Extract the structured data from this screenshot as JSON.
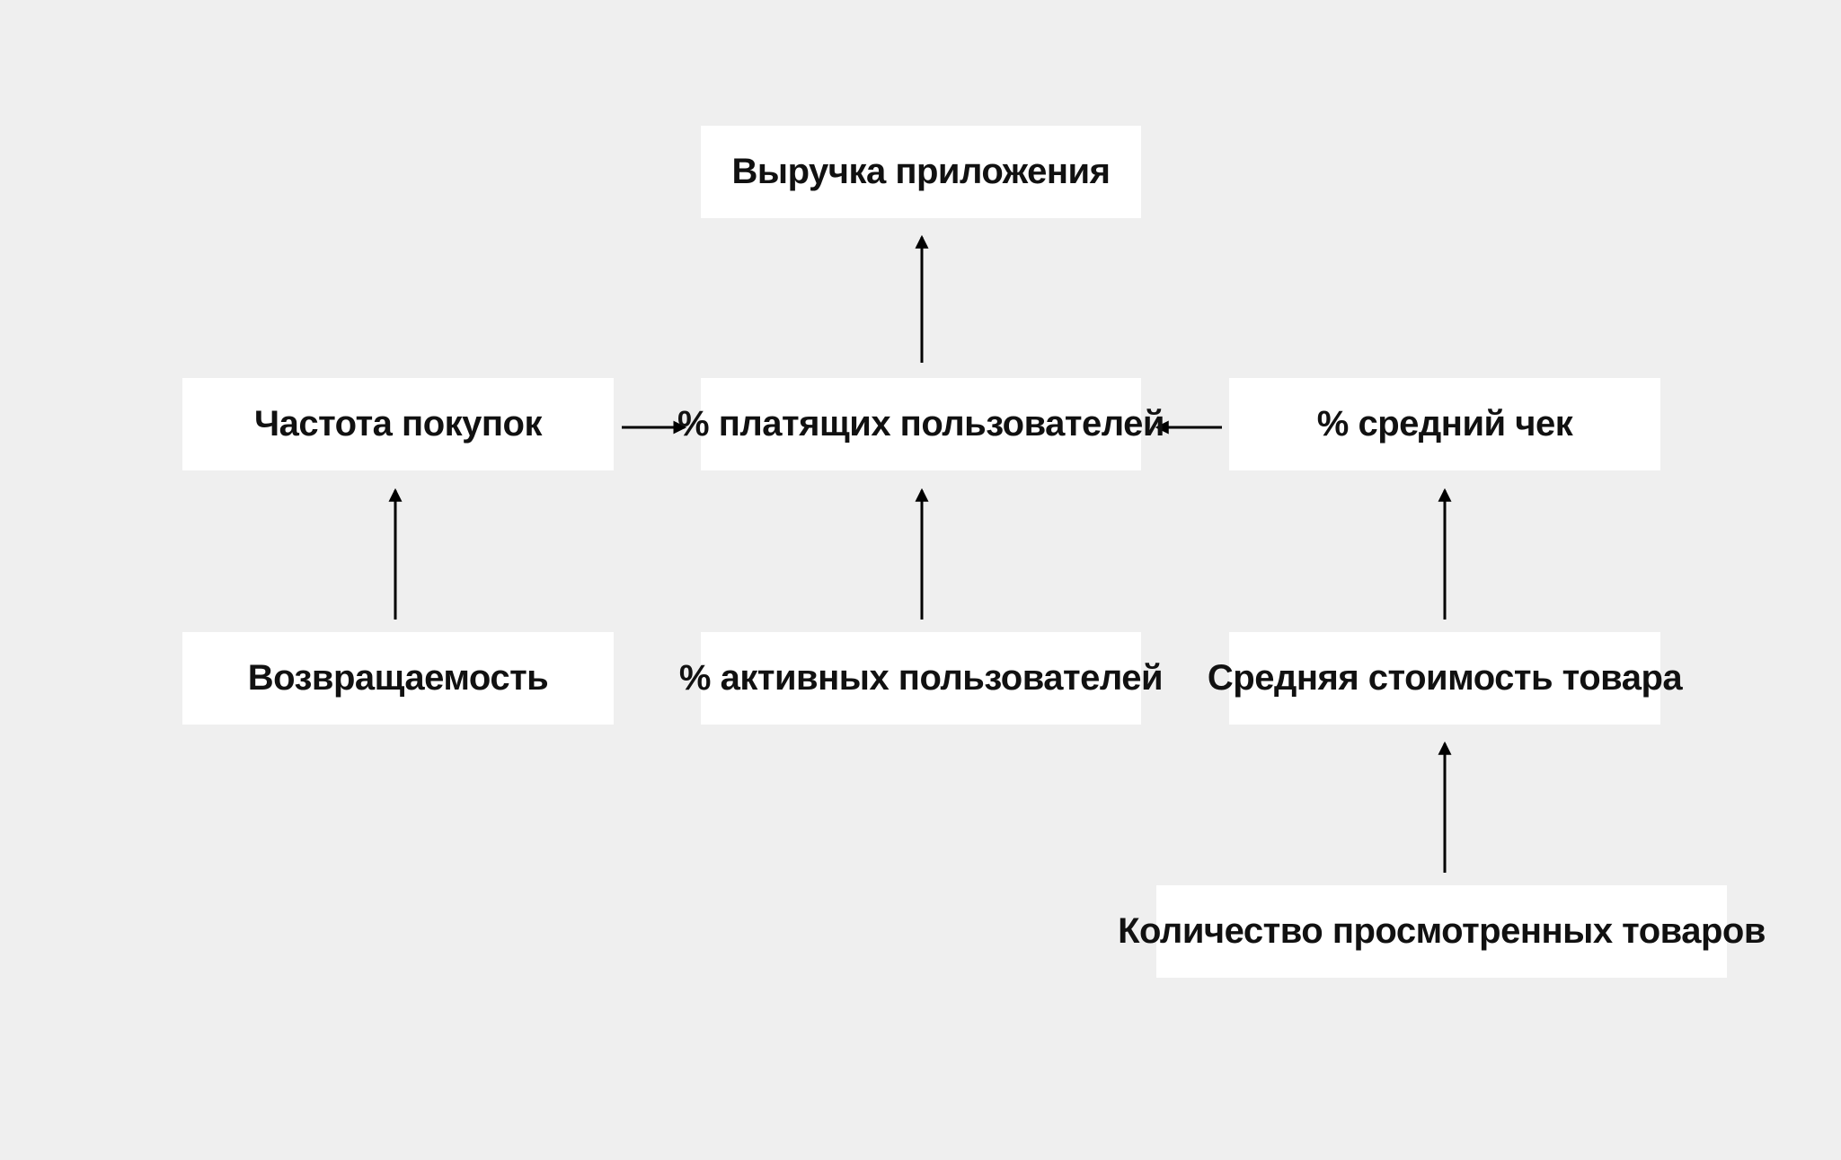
{
  "diagram": {
    "type": "metrics-tree-flowchart",
    "colors": {
      "background": "#efefef",
      "node_background": "#ffffff",
      "text": "#111111",
      "arrow": "#000000"
    },
    "nodes": {
      "revenue": {
        "label": "Выручка приложения"
      },
      "frequency": {
        "label": "Частота покупок"
      },
      "paying_users": {
        "label": "% платящих пользователей"
      },
      "avg_check": {
        "label": "% средний чек"
      },
      "retention": {
        "label": "Возвращаемость"
      },
      "active_users": {
        "label": "% активных пользователей"
      },
      "avg_item_price": {
        "label": "Средняя стоимость товара"
      },
      "viewed_items": {
        "label": "Количество просмотренных товаров"
      }
    },
    "edges": [
      {
        "from": "paying_users",
        "to": "revenue",
        "direction": "up"
      },
      {
        "from": "frequency",
        "to": "paying_users",
        "direction": "right"
      },
      {
        "from": "avg_check",
        "to": "paying_users",
        "direction": "left"
      },
      {
        "from": "retention",
        "to": "frequency",
        "direction": "up"
      },
      {
        "from": "active_users",
        "to": "paying_users",
        "direction": "up"
      },
      {
        "from": "avg_item_price",
        "to": "avg_check",
        "direction": "up"
      },
      {
        "from": "viewed_items",
        "to": "avg_item_price",
        "direction": "up"
      }
    ]
  }
}
